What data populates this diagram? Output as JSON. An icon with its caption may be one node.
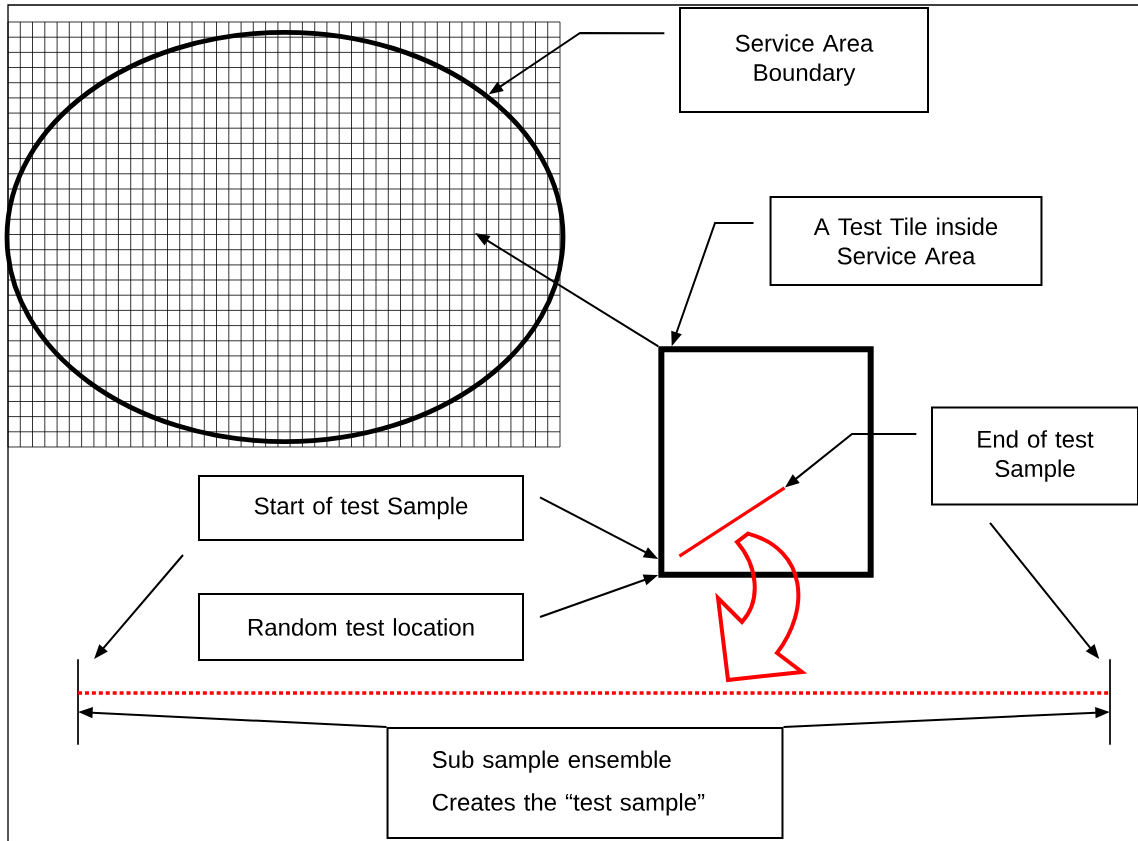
{
  "diagram": {
    "nodes": [
      {
        "text": [
          "Service Area Boundary"
        ]
      },
      {
        "text": [
          "A Test Tile inside Service Area"
        ]
      },
      {
        "text": [
          "End of test Sample"
        ]
      },
      {
        "text": [
          "Start of test Sample"
        ]
      },
      {
        "text": [
          "Random test location"
        ]
      },
      {
        "text": [
          "Sub sample ensemble",
          "Creates the “test sample”"
        ]
      },
      {
        "text": [],
        "shape": "ellipse"
      },
      {
        "text": [],
        "shape": "box"
      },
      {
        "text": [],
        "shape": "line",
        "in": 7
      },
      {
        "text": [],
        "shape": "bar"
      },
      {
        "text": [],
        "shape": "bar"
      }
    ],
    "edges": [
      {
        "from": 0,
        "to": 6,
        "arrow": "to"
      },
      {
        "from": 7,
        "to": 6,
        "arrow": "to"
      },
      {
        "from": 1,
        "to": 7,
        "arrow": "to"
      },
      {
        "from": 2,
        "to": 8,
        "arrow": "to"
      },
      {
        "from": 3,
        "to": 7,
        "arrow": "to"
      },
      {
        "from": 4,
        "to": 7,
        "arrow": "to"
      },
      {
        "from": null,
        "to": 9,
        "arrow": "to"
      },
      {
        "from": null,
        "to": 10,
        "arrow": "to"
      },
      {
        "from": 5,
        "to": 9,
        "arrow": "to"
      },
      {
        "from": 5,
        "to": 10,
        "arrow": "to"
      },
      {
        "from": 9,
        "to": 10,
        "arrow": "none",
        "style": "dashed",
        "color": "#ff0000"
      },
      {
        "from": 8,
        "to": null,
        "arrow": "to",
        "style": "thick",
        "color": "#ff0000"
      }
    ]
  }
}
